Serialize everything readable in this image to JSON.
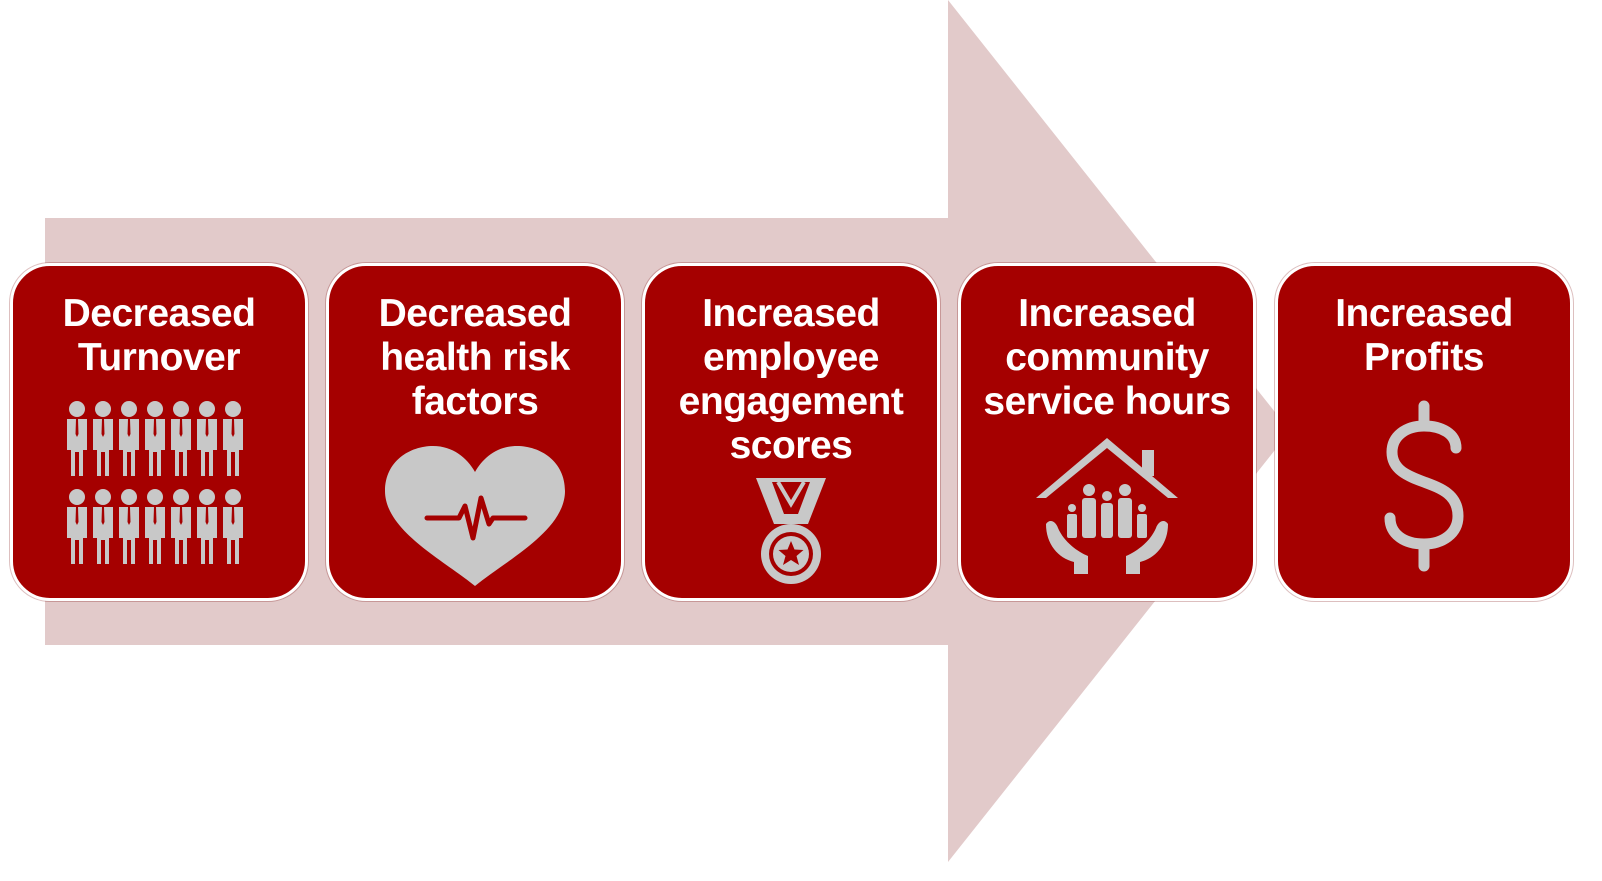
{
  "diagram": {
    "type": "process-arrow",
    "colors": {
      "arrow": "#e2caca",
      "card": "#a50000",
      "icon": "#c8c8c8",
      "text": "#ffffff"
    },
    "steps": [
      {
        "title": "Decreased\nTurnover",
        "icon": "people-group-icon"
      },
      {
        "title": "Decreased\nhealth risk\nfactors",
        "icon": "heartbeat-icon"
      },
      {
        "title": "Increased\nemployee\nengagement\nscores",
        "icon": "medal-icon"
      },
      {
        "title": "Increased\ncommunity\nservice hours",
        "icon": "family-house-hands-icon"
      },
      {
        "title": "Increased\nProfits",
        "icon": "dollar-sign-icon"
      }
    ]
  }
}
